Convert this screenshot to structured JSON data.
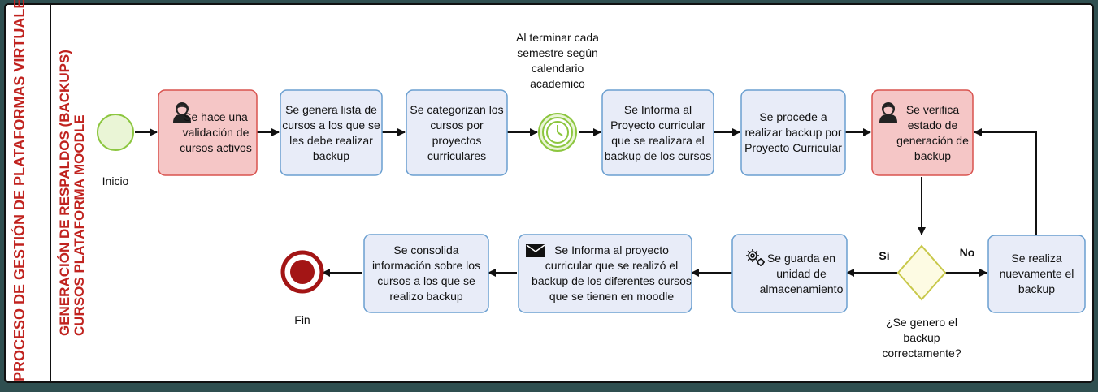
{
  "pool_title": "PROCESO DE GESTIÓN DE PLATAFORMAS VIRTUALES (MOODLE)",
  "lane_title_1": "GENERACIÓN DE RESPALDOS (BACKUPS)",
  "lane_title_2": "CURSOS PLATAFORMA MOODLE",
  "start_label": "Inicio",
  "end_label": "Fin",
  "timer_label": "Al terminar cada\nsemestre según\ncalendario\nacademico",
  "tasks": {
    "validate": "Se hace una\nvalidación de\ncursos activos",
    "generate_list": "Se genera lista de\ncursos a los que se\nles debe realizar\nbackup",
    "categorize": "Se categorizan los\ncursos por\nproyectos\ncurriculares",
    "inform_project": "Se Informa al\nProyecto curricular\nque se realizara el\nbackup de los cursos",
    "do_backup": "Se procede a\nrealizar backup por\nProyecto Curricular",
    "verify": "Se verifica\nestado de\ngeneración de\nbackup",
    "redo": "Se realiza\nnuevamente el\nbackup",
    "store": "Se guarda en\nunidad de\nalmacenamiento",
    "inform_done": "Se Informa al proyecto\ncurricular que se realizó el\nbackup de los diferentes cursos\nque se tienen en moodle",
    "consolidate": "Se consolida\ninformación sobre los\ncursos a los que se\nrealizo backup"
  },
  "gateway_label": "¿Se genero el\nbackup\ncorrectamente?",
  "gateway_yes": "Si",
  "gateway_no": "No",
  "colors": {
    "user_task_fill": "#f5c6c6",
    "user_task_stroke": "#d9534f",
    "task_fill": "#e8ecf8",
    "task_stroke": "#6a9fd0",
    "event_green": "#8cc63f",
    "end_red": "#a31515",
    "lane_title": "#c0231f"
  }
}
